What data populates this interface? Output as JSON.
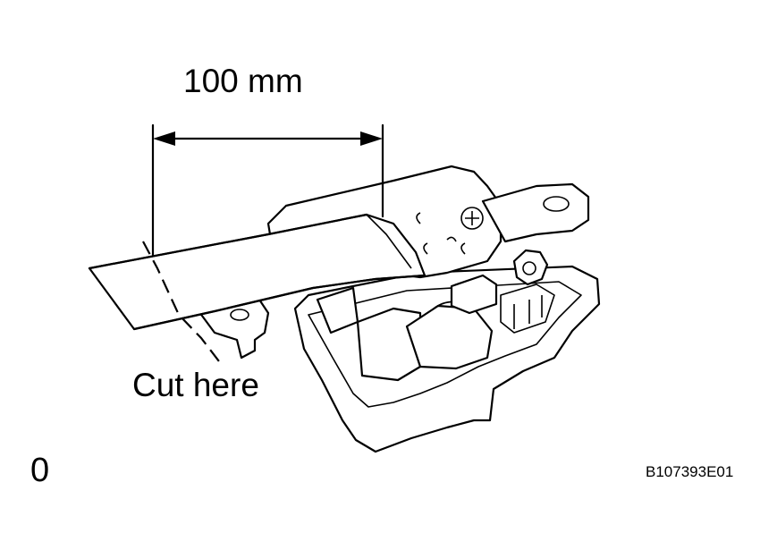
{
  "diagram": {
    "dimension_label": "100 mm",
    "cut_label": "Cut here",
    "corner_mark": "0",
    "figure_code": "B107393E01"
  }
}
